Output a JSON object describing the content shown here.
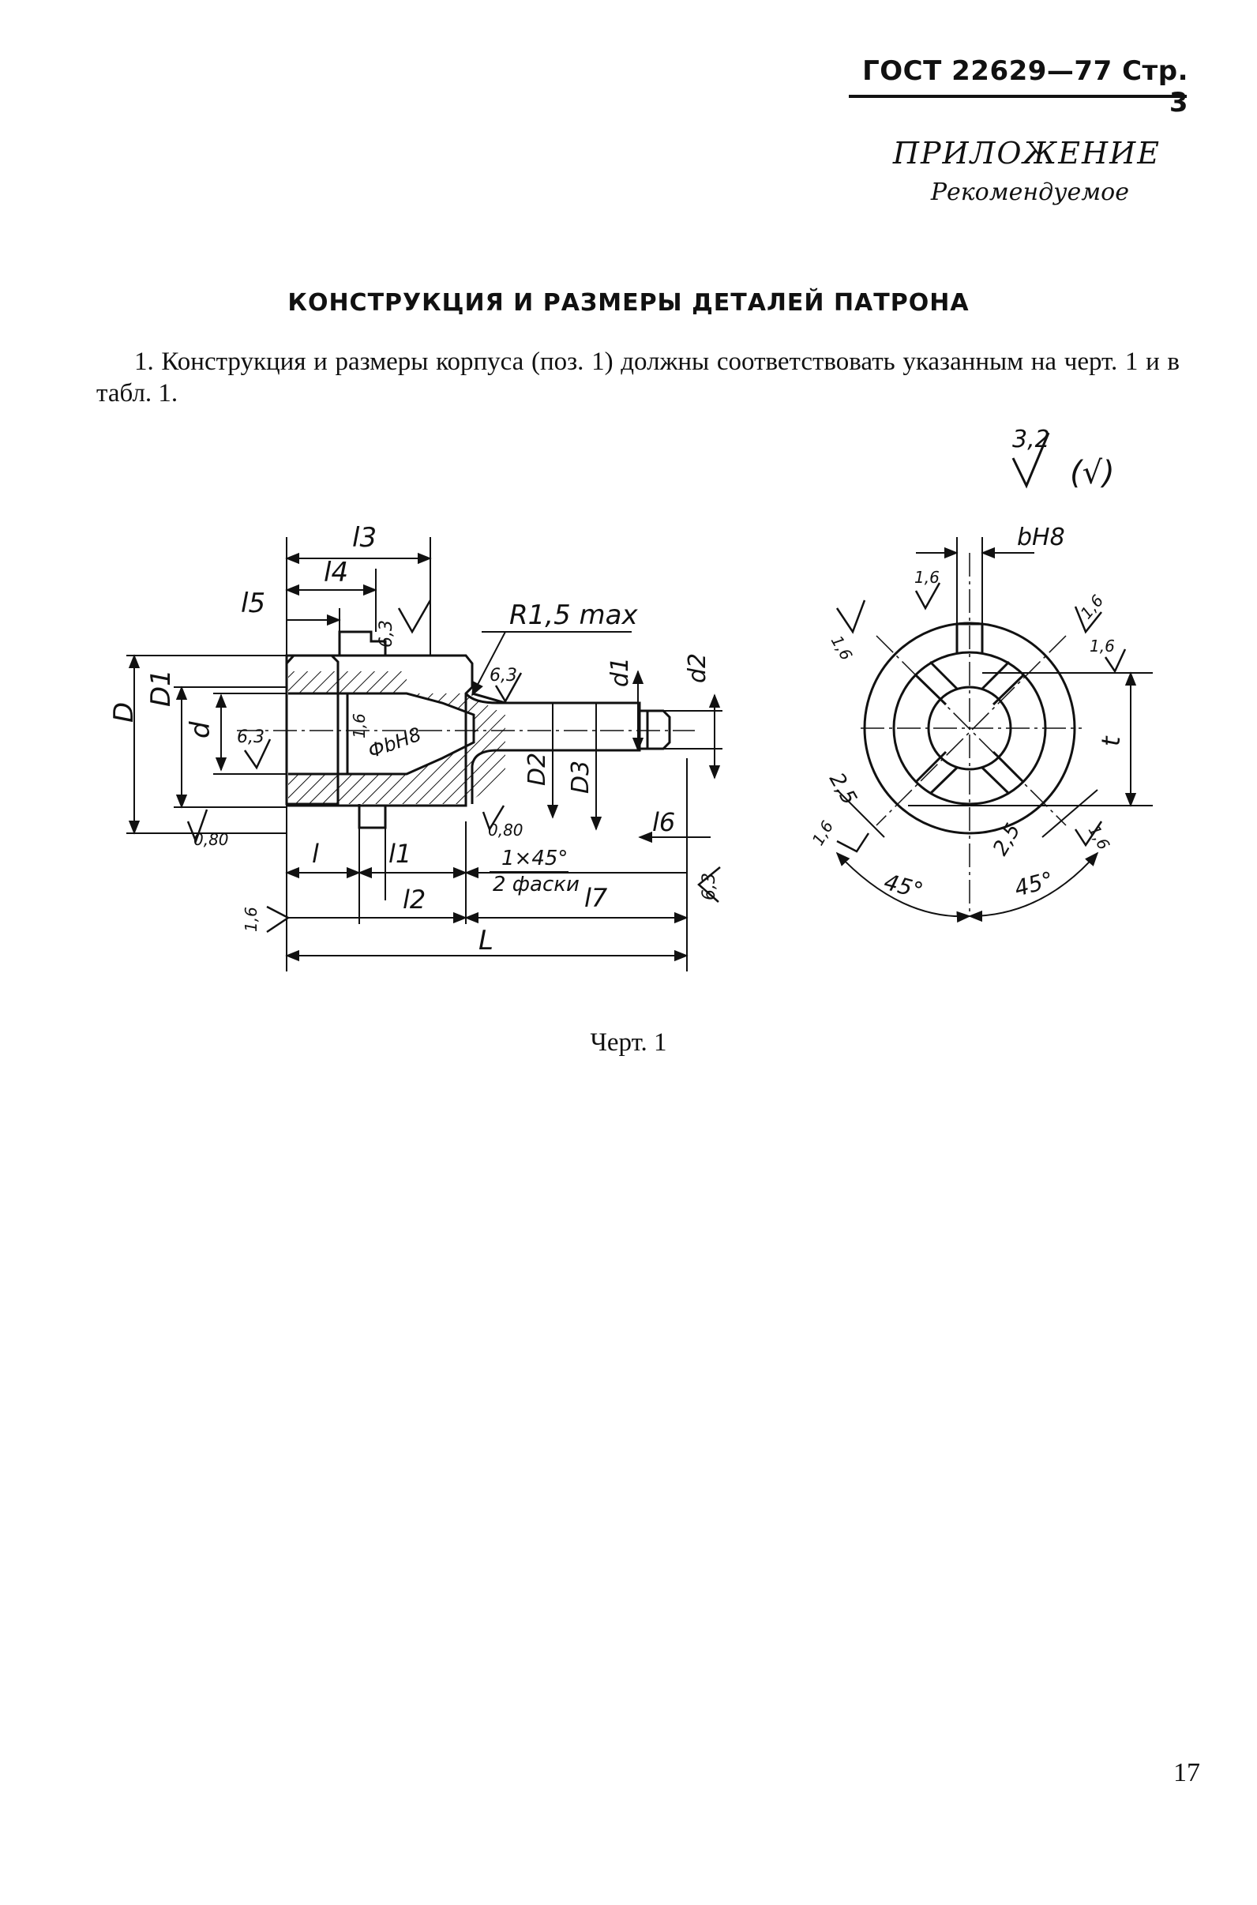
{
  "header": {
    "text": "ГОСТ 22629—77 Стр. 3"
  },
  "appendix": {
    "title": "ПРИЛОЖЕНИЕ",
    "subtitle": "Рекомендуемое"
  },
  "section": {
    "title": "КОНСТРУКЦИЯ И РАЗМЕРЫ ДЕТАЛЕЙ ПАТРОНА"
  },
  "paragraph": {
    "text": "1. Конструкция и размеры корпуса (поз. 1) должны соответствовать указанным на черт. 1 и в табл. 1."
  },
  "drawing": {
    "general_roughness": {
      "value": "3,2",
      "bracket": "(√)"
    },
    "side_view": {
      "dims": {
        "l3": "l3",
        "l4": "l4",
        "l5": "l5",
        "R": "R1,5 max",
        "d1": "d1",
        "d2": "d2",
        "D": "D",
        "D1": "D1",
        "d": "d",
        "D2": "D2",
        "D3": "D3",
        "phi": "ФbH8",
        "l": "l",
        "l1": "l1",
        "l2": "l2",
        "l6": "l6",
        "l7": "l7",
        "L": "L",
        "chamfer": "1×45°",
        "chamfer_note": "2 фаски"
      },
      "roughness": {
        "r63_top": "6,3",
        "r63_mid": "6,3",
        "r63_left": "6,3",
        "r16_inner": "1,6",
        "r080_left": "0,80",
        "r080_mid": "0,80",
        "r16_bottom": "1,6",
        "r63_right": "6,3"
      }
    },
    "end_view": {
      "dims": {
        "bH8": "bH8",
        "t": "t",
        "w1": "2,5",
        "w2": "2,5",
        "a1": "45°",
        "a2": "45°"
      },
      "roughness": {
        "r1": "1,6",
        "r2": "1,6",
        "r3": "1,6",
        "r4": "1,6",
        "r5": "1,6",
        "r6": "1,6"
      }
    }
  },
  "caption": "Черт. 1",
  "page_number": "17"
}
